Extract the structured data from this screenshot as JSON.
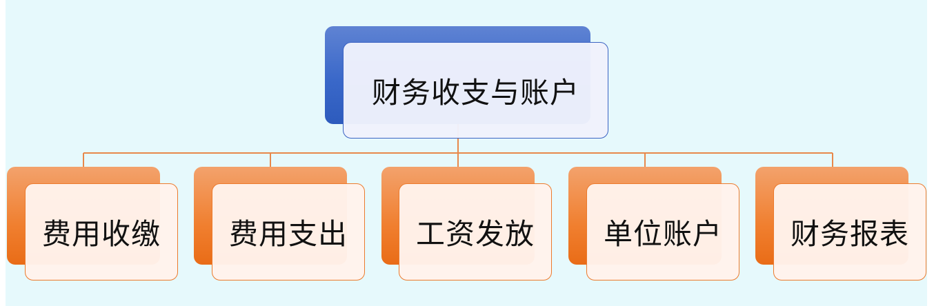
{
  "diagram": {
    "root": {
      "label": "财务收支与账户"
    },
    "children": [
      {
        "label": "费用收缴"
      },
      {
        "label": "费用支出"
      },
      {
        "label": "工资发放"
      },
      {
        "label": "单位账户"
      },
      {
        "label": "财务报表"
      }
    ]
  },
  "colors": {
    "background": "#e6f9fc",
    "root_fill": "#3a68c9",
    "root_card": "#eff2fc",
    "child_fill": "#f07f2f",
    "child_card": "#fff3ec",
    "connector": "#e8884a"
  }
}
